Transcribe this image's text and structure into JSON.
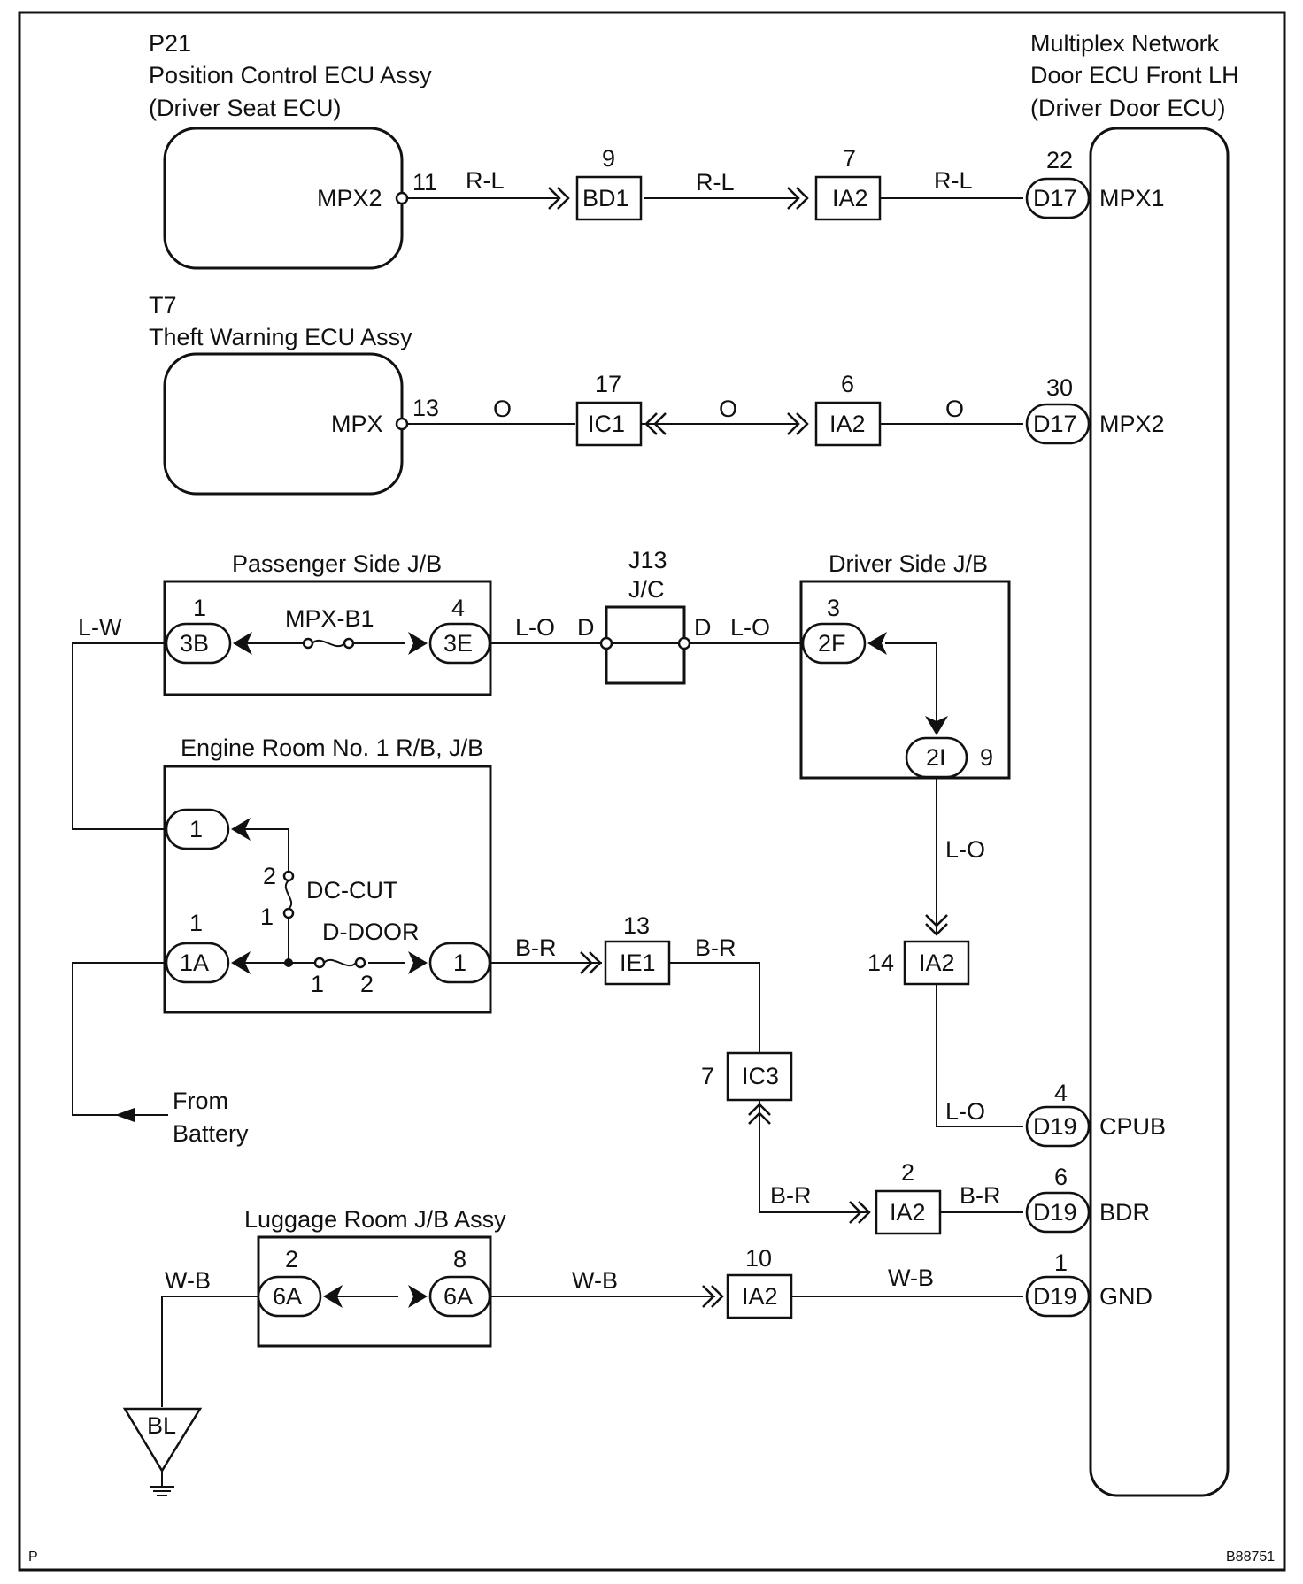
{
  "corner": {
    "left": "P",
    "right": "B88751"
  },
  "components": {
    "p21": {
      "code": "P21",
      "name": "Position Control ECU Assy",
      "sub": "(Driver Seat ECU)",
      "terminal": "MPX2",
      "pin": "11"
    },
    "t7": {
      "code": "T7",
      "name": "Theft Warning ECU Assy",
      "terminal": "MPX",
      "pin": "13"
    },
    "door_ecu": {
      "line1": "Multiplex Network",
      "line2": "Door ECU Front LH",
      "line3": "(Driver Door ECU)",
      "terminals": [
        "MPX1",
        "MPX2",
        "CPUB",
        "BDR",
        "GND"
      ]
    },
    "passenger_jb": {
      "title": "Passenger Side J/B",
      "fuse": "MPX-B1"
    },
    "j13": {
      "code": "J13",
      "name": "J/C",
      "pin_left": "D",
      "pin_right": "D"
    },
    "driver_jb": {
      "title": "Driver Side J/B"
    },
    "engine_rb": {
      "title": "Engine Room No. 1 R/B, J/B",
      "fuse1": "DC-CUT",
      "fuse2": "D-DOOR"
    },
    "luggage_jb": {
      "title": "Luggage Room J/B Assy"
    },
    "battery": {
      "line1": "From",
      "line2": "Battery"
    },
    "ground": {
      "label": "BL"
    }
  },
  "connectors": {
    "bd1": {
      "label": "BD1",
      "pin": "9"
    },
    "ia2_a": {
      "label": "IA2",
      "pin": "7"
    },
    "d17_a": {
      "label": "D17",
      "pin": "22"
    },
    "ic1": {
      "label": "IC1",
      "pin": "17"
    },
    "ia2_b": {
      "label": "IA2",
      "pin": "6"
    },
    "d17_b": {
      "label": "D17",
      "pin": "30"
    },
    "c3b": {
      "label": "3B",
      "pin": "1"
    },
    "c3e": {
      "label": "3E",
      "pin": "4"
    },
    "c2f": {
      "label": "2F",
      "pin": "3"
    },
    "c2i": {
      "label": "2I",
      "pin": "9"
    },
    "er1_top": {
      "label": "1",
      "pin_top": "2",
      "pin_bottom": "1"
    },
    "c1a": {
      "label": "1A",
      "pin": "1"
    },
    "er1_right": {
      "label": "1",
      "fuse_pin_left": "1",
      "fuse_pin_right": "2"
    },
    "ie1": {
      "label": "IE1",
      "pin": "13"
    },
    "ia2_c": {
      "label": "IA2",
      "pin": "14"
    },
    "ic3": {
      "label": "IC3",
      "pin": "7"
    },
    "d19_a": {
      "label": "D19",
      "pin": "4"
    },
    "ia2_d": {
      "label": "IA2",
      "pin": "2"
    },
    "d19_b": {
      "label": "D19",
      "pin": "6"
    },
    "c6a_l": {
      "label": "6A",
      "pin": "2"
    },
    "c6a_r": {
      "label": "6A",
      "pin": "8"
    },
    "ia2_e": {
      "label": "IA2",
      "pin": "10"
    },
    "d19_c": {
      "label": "D19",
      "pin": "1"
    }
  },
  "wires": {
    "rl": "R-L",
    "o": "O",
    "lw": "L-W",
    "lo": "L-O",
    "br": "B-R",
    "wb": "W-B"
  },
  "colors": {
    "line": "#111111",
    "background": "#ffffff"
  }
}
